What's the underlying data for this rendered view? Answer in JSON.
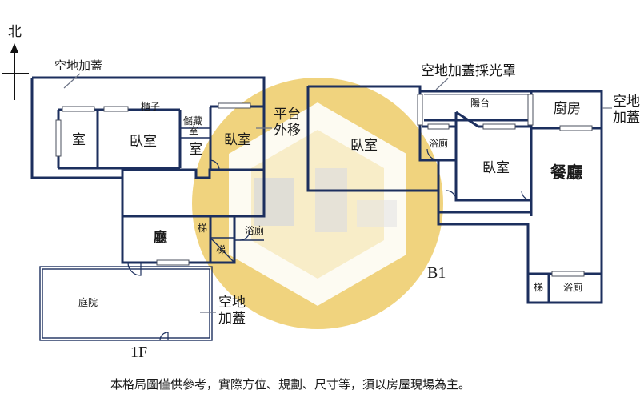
{
  "compass": {
    "north_label": "北"
  },
  "floor_1f": {
    "floor_label": "1F",
    "annex_top": "空地加蓋",
    "room_small": "室",
    "bedroom_a": "臥室",
    "cabinet": "櫃子",
    "storage_line1": "儲藏",
    "storage_line2": "室",
    "room_mid": "室",
    "bedroom_b": "臥室",
    "platform_line1": "平台",
    "platform_line2": "外移",
    "stair_a": "梯",
    "stair_b": "梯",
    "bath": "浴廁",
    "living": "廳",
    "courtyard": "庭院",
    "annex_side_line1": "空地",
    "annex_side_line2": "加蓋"
  },
  "floor_b1": {
    "floor_label": "B1",
    "skylight": "空地加蓋採光罩",
    "balcony": "陽台",
    "kitchen": "廚房",
    "annex_right_line1": "空地",
    "annex_right_line2": "加蓋",
    "bedroom_a": "臥室",
    "bath_a": "浴廁",
    "bedroom_b": "臥室",
    "dining": "餐廳",
    "stair": "梯",
    "bath_b": "浴廁"
  },
  "footer_note": "本格局圖僅供參考，實際方位、規劃、尺寸等，須以房屋現場為主。",
  "colors": {
    "wall": "#1c2f5e",
    "watermark": "#e8c24a",
    "watermark_logo": "#b8b8b8"
  }
}
